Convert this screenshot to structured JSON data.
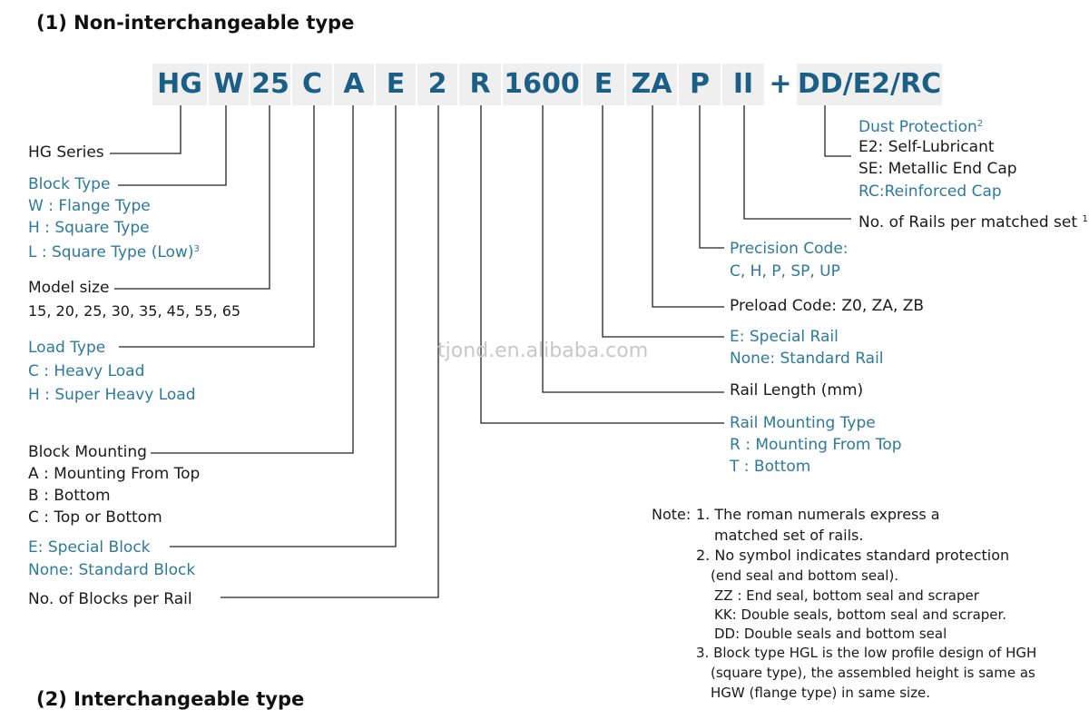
{
  "heading1": "(1) Non-interchangeable type",
  "heading2": "(2) Interchangeable type",
  "code": {
    "hg": "HG",
    "w": "W",
    "size": "25",
    "c": "C",
    "a": "A",
    "e": "E",
    "two": "2",
    "r": "R",
    "len": "1600",
    "e2": "E",
    "za": "ZA",
    "p": "P",
    "ii": "II",
    "plus": "+",
    "dd": "DD/E2/RC"
  },
  "left": {
    "hg_series": "HG Series",
    "block_type": "Block  Type",
    "w_flange": "W : Flange  Type",
    "h_square": "H : Square Type",
    "l_square": "L : Square Type (Low)",
    "l_square_sup": "3",
    "model_size": "Model size",
    "model_sizes": "15, 20, 25, 30, 35, 45, 55, 65",
    "load_type": "Load Type",
    "c_heavy": "C : Heavy Load",
    "h_super": "H : Super Heavy Load",
    "block_mounting": "Block Mounting",
    "a_top": "A : Mounting From Top",
    "b_bottom": "B : Bottom",
    "c_topbottom": "C : Top or Bottom",
    "e_special_block": "E: Special Block",
    "none_standard_block": "None: Standard Block",
    "blocks_per_rail": "No. of Blocks per Rail"
  },
  "right": {
    "dust_protection": "Dust Protection",
    "dust_sup": "2",
    "e2_self": "E2: Self-Lubricant",
    "se_metal": "SE: Metallic End Cap",
    "rc_reinforced": "RC:Reinforced Cap",
    "rails_per_set": "No. of Rails per matched set",
    "rails_sup": "1",
    "precision_code": "Precision Code:",
    "precision_values": "C, H, P, SP, UP",
    "preload_code": "Preload Code: Z0, ZA, ZB",
    "e_special_rail": "E: Special Rail",
    "none_standard_rail": "None: Standard Rail",
    "rail_length": "Rail Length (mm)",
    "rail_mounting": "Rail Mounting Type",
    "r_top": "R : Mounting From Top",
    "t_bottom": "T : Bottom"
  },
  "notes": {
    "label": "Note:",
    "n1a": "1. The roman numerals express a",
    "n1b": "matched set of rails.",
    "n2a": "2. No symbol indicates standard protection",
    "n2b": "(end seal and bottom seal).",
    "n2c": "ZZ : End seal, bottom seal and scraper",
    "n2d": "KK: Double seals, bottom seal and scraper.",
    "n2e": "DD: Double seals and bottom seal",
    "n3a": "3. Block type HGL is the low profile design of HGH",
    "n3b": "(square type), the assembled height is same as",
    "n3c": "HGW (flange type) in same size."
  },
  "watermark": "tjond.en.alibaba.com",
  "colors": {
    "code_text": "#1b5f86",
    "code_bg": "#efefef",
    "blue_text": "#2d7a9b",
    "dark_text": "#1a1a1a"
  }
}
